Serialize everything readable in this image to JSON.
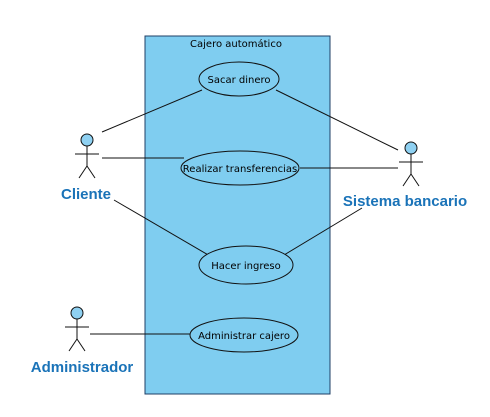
{
  "system": {
    "title": "Cajero automático",
    "fill": "#7fcdf0",
    "border": "#1f3f66"
  },
  "colors": {
    "actor_head": "#8fd1f2",
    "actor_label": "#1a73b8",
    "usecase_fill": "#7fcdf0"
  },
  "actors": {
    "cliente": "Cliente",
    "sistema": "Sistema bancario",
    "admin": "Administrador"
  },
  "usecases": {
    "sacar": "Sacar dinero",
    "transferir": "Realizar transferencias",
    "ingreso": "Hacer ingreso",
    "administrar": "Administrar cajero"
  }
}
